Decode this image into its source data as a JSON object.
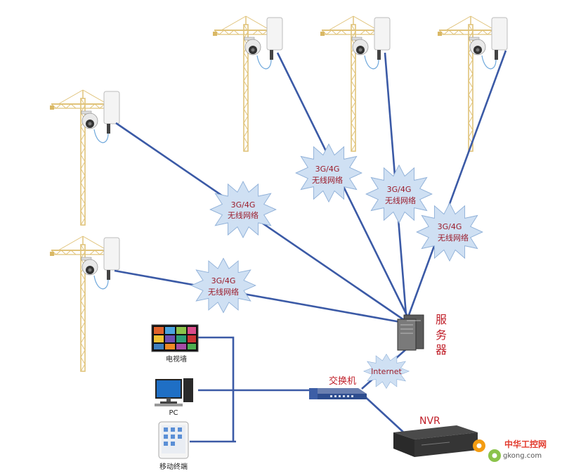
{
  "diagram": {
    "wireless_label_line1": "3G/4G",
    "wireless_label_line2": "无线网络",
    "internet_label": "Internet",
    "server_label": [
      "服",
      "务",
      "器"
    ],
    "switch_label": "交换机",
    "nvr_label": "NVR",
    "tv_wall_label": "电视墙",
    "pc_label": "PC",
    "mobile_label": "移动终端",
    "colors": {
      "link": "#3b5aa6",
      "burst_fill": "#cfe0f3",
      "burst_stroke": "#8fb0d8",
      "crane": "#e0c37a",
      "label_red": "#c0202a"
    }
  },
  "watermark": {
    "cn": "中华工控网",
    "url": "gkong.com"
  }
}
